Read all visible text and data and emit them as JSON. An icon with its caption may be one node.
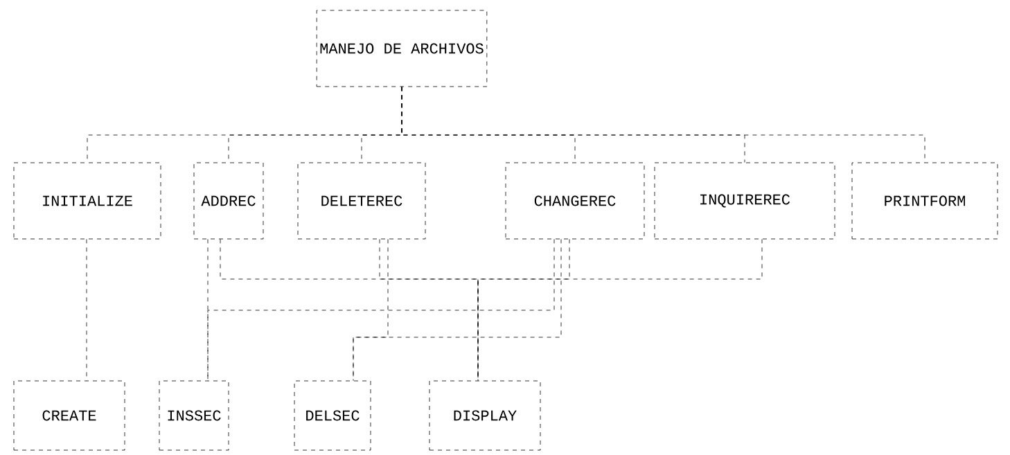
{
  "diagram": {
    "nodes": [
      {
        "text": [
          "MANEJO DE ARCHIVOS"
        ]
      },
      {
        "text": [
          "INITIALIZE"
        ]
      },
      {
        "text": [
          "ADDREC"
        ]
      },
      {
        "text": [
          "DELETEREC"
        ]
      },
      {
        "text": [
          "CHANGEREC"
        ]
      },
      {
        "text": [
          "INQUIREREC"
        ]
      },
      {
        "text": [
          "PRINTFORM"
        ]
      },
      {
        "text": [
          "CREATE"
        ]
      },
      {
        "text": [
          "INSSEC"
        ]
      },
      {
        "text": [
          "DELSEC"
        ]
      },
      {
        "text": [
          "DISPLAY"
        ]
      }
    ],
    "edges": [
      {
        "from": 0,
        "to": 1,
        "arrow": "none",
        "style": "dashed"
      },
      {
        "from": 0,
        "to": 2,
        "arrow": "none",
        "style": "dashed"
      },
      {
        "from": 0,
        "to": 3,
        "arrow": "none",
        "style": "dashed"
      },
      {
        "from": 0,
        "to": 4,
        "arrow": "none",
        "style": "dashed"
      },
      {
        "from": 0,
        "to": 5,
        "arrow": "none",
        "style": "dashed"
      },
      {
        "from": 0,
        "to": 6,
        "arrow": "none",
        "style": "dashed"
      },
      {
        "from": 1,
        "to": 7,
        "arrow": "none",
        "style": "dashed"
      },
      {
        "from": 2,
        "to": 8,
        "arrow": "none",
        "style": "dashed"
      },
      {
        "from": 4,
        "to": 8,
        "arrow": "none",
        "style": "dashed"
      },
      {
        "from": 3,
        "to": 9,
        "arrow": "none",
        "style": "dashed"
      },
      {
        "from": 4,
        "to": 9,
        "arrow": "none",
        "style": "dashed"
      },
      {
        "from": 2,
        "to": 10,
        "arrow": "none",
        "style": "dashed"
      },
      {
        "from": 3,
        "to": 10,
        "arrow": "none",
        "style": "dashed"
      },
      {
        "from": 4,
        "to": 10,
        "arrow": "none",
        "style": "dashed"
      },
      {
        "from": 5,
        "to": 10,
        "arrow": "none",
        "style": "dashed"
      }
    ]
  }
}
